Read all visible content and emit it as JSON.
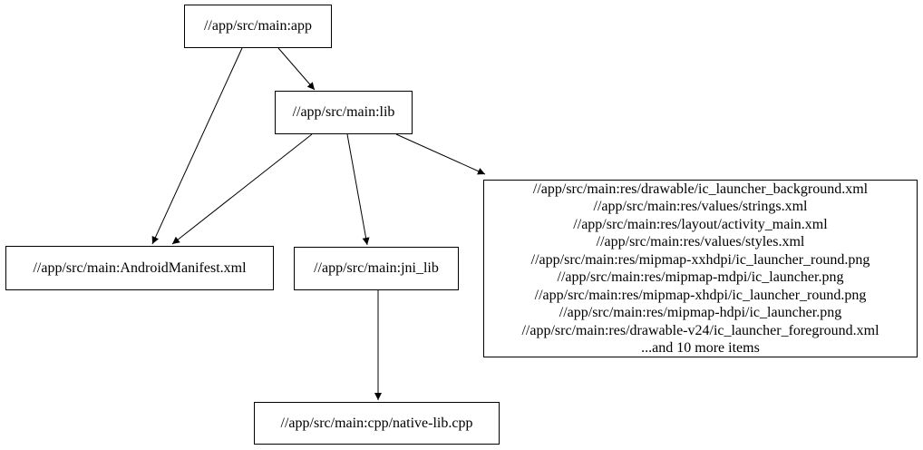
{
  "diagram": {
    "type": "dependency-graph",
    "background_color": "#ffffff",
    "node_fill_color": "#ffffff",
    "node_border_color": "#000000",
    "text_color": "#000000"
  },
  "nodes": {
    "app": {
      "label": "//app/src/main:app"
    },
    "lib": {
      "label": "//app/src/main:lib"
    },
    "android_manifest": {
      "label": "//app/src/main:AndroidManifest.xml"
    },
    "jni_lib": {
      "label": "//app/src/main:jni_lib"
    },
    "res": {
      "lines": [
        "//app/src/main:res/drawable/ic_launcher_background.xml",
        "//app/src/main:res/values/strings.xml",
        "//app/src/main:res/layout/activity_main.xml",
        "//app/src/main:res/values/styles.xml",
        "//app/src/main:res/mipmap-xxhdpi/ic_launcher_round.png",
        "//app/src/main:res/mipmap-mdpi/ic_launcher.png",
        "//app/src/main:res/mipmap-xhdpi/ic_launcher_round.png",
        "//app/src/main:res/mipmap-hdpi/ic_launcher.png",
        "//app/src/main:res/drawable-v24/ic_launcher_foreground.xml",
        "...and 10 more items"
      ]
    },
    "native_cpp": {
      "label": "//app/src/main:cpp/native-lib.cpp"
    }
  },
  "edges": [
    {
      "from": "//app/src/main:app",
      "to": "//app/src/main:lib"
    },
    {
      "from": "//app/src/main:app",
      "to": "//app/src/main:AndroidManifest.xml"
    },
    {
      "from": "//app/src/main:lib",
      "to": "//app/src/main:AndroidManifest.xml"
    },
    {
      "from": "//app/src/main:lib",
      "to": "//app/src/main:jni_lib"
    },
    {
      "from": "//app/src/main:lib",
      "to": "res-files-group"
    },
    {
      "from": "//app/src/main:jni_lib",
      "to": "//app/src/main:cpp/native-lib.cpp"
    }
  ]
}
